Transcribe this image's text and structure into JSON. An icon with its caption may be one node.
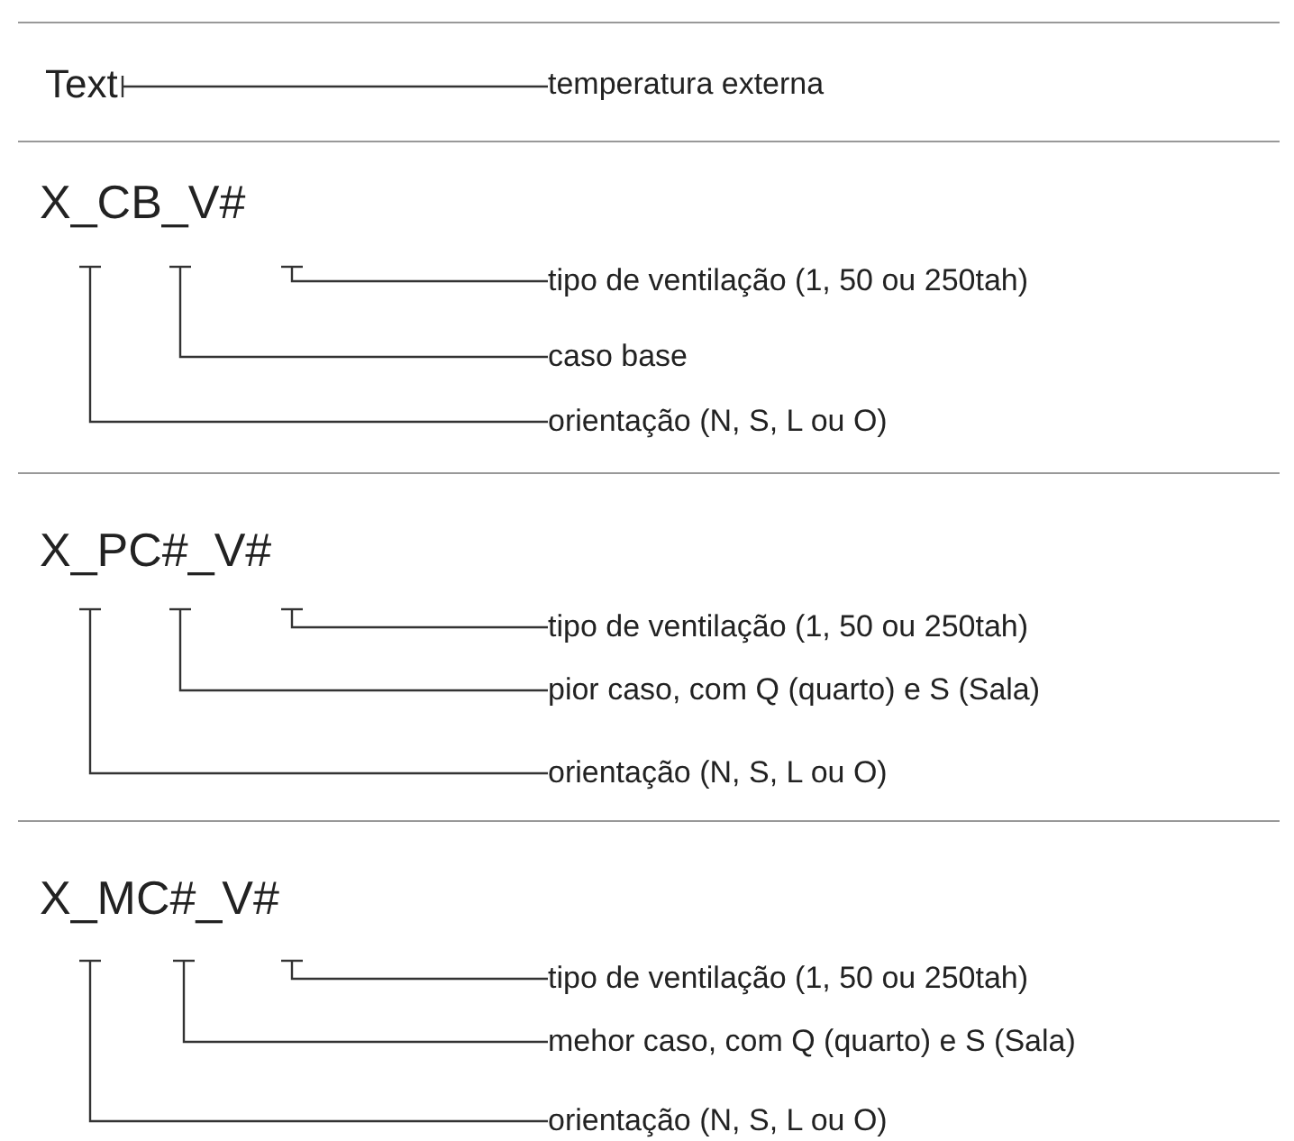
{
  "diagram": {
    "nodes": [
      {
        "text": [
          "Text"
        ]
      },
      {
        "text": [
          "temperatura externa"
        ]
      },
      {
        "text": [
          "X_CB_V#"
        ]
      },
      {
        "text": [
          "tipo de ventilação (1, 50 ou 250tah)"
        ]
      },
      {
        "text": [
          "caso base"
        ]
      },
      {
        "text": [
          "orientação (N, S, L ou O)"
        ]
      },
      {
        "text": [
          "X_PC#_V#"
        ]
      },
      {
        "text": [
          "tipo de ventilação (1, 50 ou 250tah)"
        ]
      },
      {
        "text": [
          "pior caso, com Q (quarto) e S (Sala)"
        ]
      },
      {
        "text": [
          "orientação (N, S, L ou O)"
        ]
      },
      {
        "text": [
          "X_MC#_V#"
        ]
      },
      {
        "text": [
          "tipo de ventilação (1, 50 ou 250tah)"
        ]
      },
      {
        "text": [
          "mehor caso, com Q (quarto) e S (Sala)"
        ]
      },
      {
        "text": [
          "orientação (N, S, L ou O)"
        ]
      }
    ],
    "edges": [
      {
        "from": 0,
        "to": 1,
        "arrow": "other"
      },
      {
        "from": 2,
        "to": 3,
        "arrow": "other"
      },
      {
        "from": 2,
        "to": 4,
        "arrow": "other"
      },
      {
        "from": 2,
        "to": 5,
        "arrow": "other"
      },
      {
        "from": 6,
        "to": 7,
        "arrow": "other"
      },
      {
        "from": 6,
        "to": 8,
        "arrow": "other"
      },
      {
        "from": 6,
        "to": 9,
        "arrow": "other"
      },
      {
        "from": 10,
        "to": 11,
        "arrow": "other"
      },
      {
        "from": 10,
        "to": 12,
        "arrow": "other"
      },
      {
        "from": 10,
        "to": 13,
        "arrow": "other"
      }
    ]
  }
}
